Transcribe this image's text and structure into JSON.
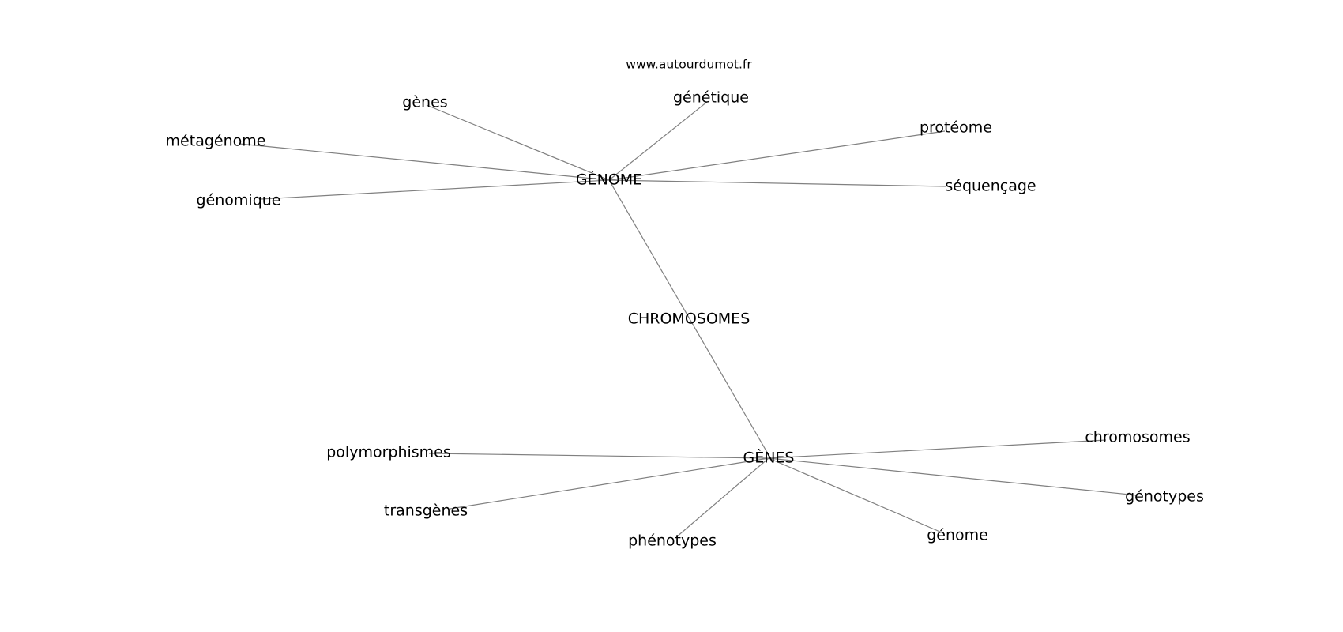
{
  "source": "www.autourdumot.fr",
  "nodes": [
    {
      "id": "genome_hub",
      "label": "GÉNOME"
    },
    {
      "id": "chromosomes_center",
      "label": "CHROMOSOMES"
    },
    {
      "id": "genes_hub",
      "label": "GÈNES"
    },
    {
      "id": "genes",
      "label": "gènes"
    },
    {
      "id": "genetique",
      "label": "génétique"
    },
    {
      "id": "proteome",
      "label": "protéome"
    },
    {
      "id": "metagenome",
      "label": "métagénome"
    },
    {
      "id": "sequencage",
      "label": "séquençage"
    },
    {
      "id": "genomique",
      "label": "génomique"
    },
    {
      "id": "polymorphismes",
      "label": "polymorphismes"
    },
    {
      "id": "chromosomes",
      "label": "chromosomes"
    },
    {
      "id": "transgenes",
      "label": "transgènes"
    },
    {
      "id": "genotypes",
      "label": "génotypes"
    },
    {
      "id": "phenotypes",
      "label": "phénotypes"
    },
    {
      "id": "genome",
      "label": "génome"
    }
  ],
  "edges": [
    [
      "genome_hub",
      "genes"
    ],
    [
      "genome_hub",
      "genetique"
    ],
    [
      "genome_hub",
      "proteome"
    ],
    [
      "genome_hub",
      "metagenome"
    ],
    [
      "genome_hub",
      "sequencage"
    ],
    [
      "genome_hub",
      "genomique"
    ],
    [
      "genome_hub",
      "genes_hub"
    ],
    [
      "genes_hub",
      "polymorphismes"
    ],
    [
      "genes_hub",
      "chromosomes"
    ],
    [
      "genes_hub",
      "transgenes"
    ],
    [
      "genes_hub",
      "genotypes"
    ],
    [
      "genes_hub",
      "phenotypes"
    ],
    [
      "genes_hub",
      "genome"
    ]
  ]
}
